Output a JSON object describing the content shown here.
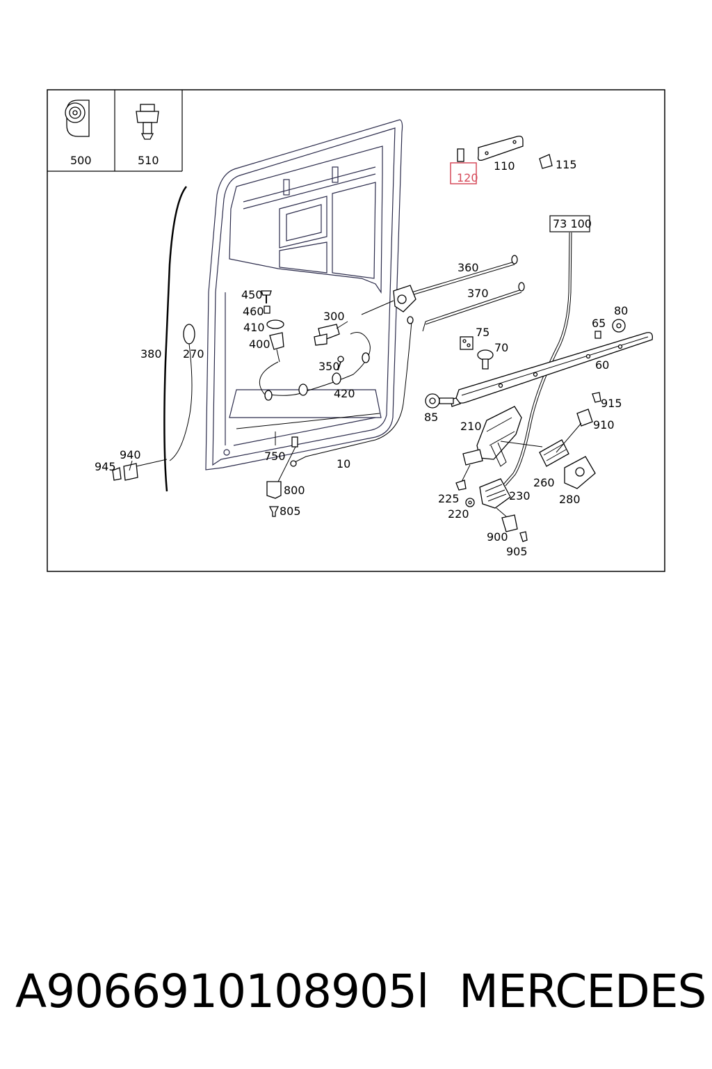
{
  "callouts": {
    "p500": "500",
    "p510": "510",
    "p120": "120",
    "p110": "110",
    "p115": "115",
    "p73100": "73 100",
    "p360": "360",
    "p370": "370",
    "p450": "450",
    "p460": "460",
    "p410": "410",
    "p400": "400",
    "p300": "300",
    "p350": "350",
    "p420": "420",
    "p380": "380",
    "p270": "270",
    "p75": "75",
    "p70": "70",
    "p65": "65",
    "p80": "80",
    "p60": "60",
    "p85": "85",
    "p915": "915",
    "p910": "910",
    "p210": "210",
    "p260": "260",
    "p280": "280",
    "p230": "230",
    "p225": "225",
    "p220": "220",
    "p900": "900",
    "p905": "905",
    "p940": "940",
    "p945": "945",
    "p750": "750",
    "p10": "10",
    "p800": "800",
    "p805": "805"
  },
  "highlight": {
    "color": "#d64a5a"
  },
  "footer": {
    "part_number": "A9066910108905l",
    "brand": "MERCEDES"
  }
}
